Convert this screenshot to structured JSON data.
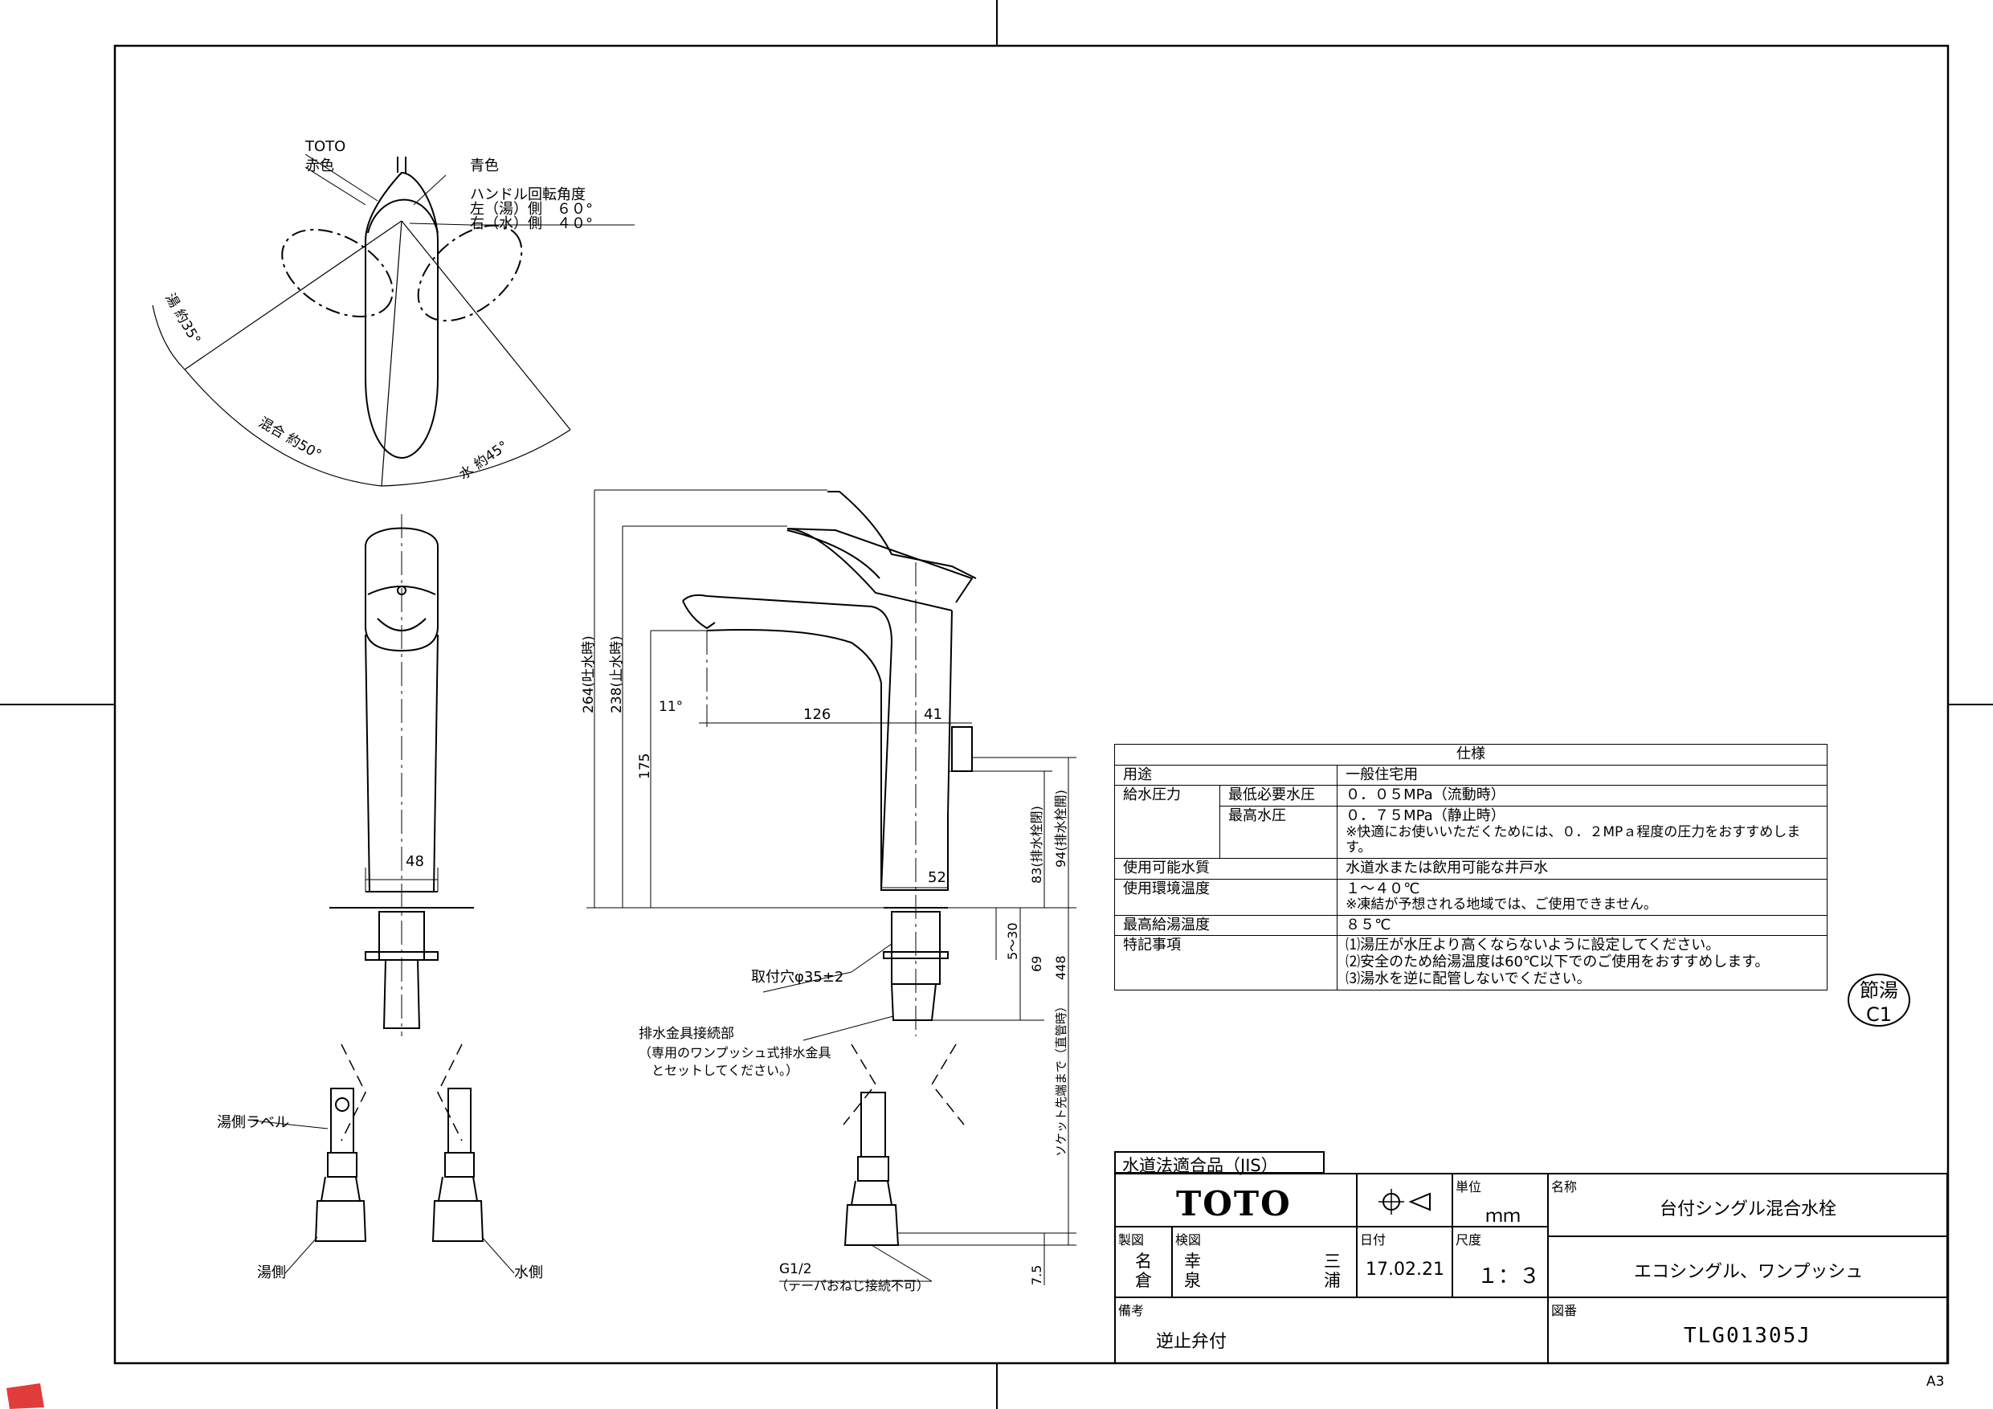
{
  "drawing": {
    "labels": {
      "toto_mark": "TOTO",
      "red": "赤色",
      "blue": "青色",
      "handle_angle_title": "ハンドル回転角度",
      "handle_angle_left": "左（湯）側　６０°",
      "handle_angle_right": "右（水）側　４０°",
      "hot_angle": "湯 約35°",
      "mix_angle": "混合 約50°",
      "cold_angle": "水 約45°",
      "dim_264": "264(吐水時)",
      "dim_238": "238(止水時)",
      "dim_175": "175",
      "dim_11deg": "11°",
      "dim_126": "126",
      "dim_41": "41",
      "dim_48": "48",
      "dim_52": "52",
      "dim_83": "83(排水栓閉)",
      "dim_94": "94(排水栓開)",
      "dim_5_30": "5〜30",
      "dim_69": "69",
      "dim_448": "448",
      "socket": "ソケット先端まで（直管時）",
      "mount_hole": "取付穴φ35±2",
      "drain_title": "排水金具接続部",
      "drain_note1": "（専用のワンプッシュ式排水金具",
      "drain_note2": "　とセットしてください。）",
      "hot_label": "湯側ラベル",
      "hot_side": "湯側",
      "cold_side": "水側",
      "g12": "G1/2",
      "g12_note": "（テーパおねじ接続不可）",
      "dim_7_5": "7.5"
    }
  },
  "spec": {
    "title": "仕様",
    "rows": {
      "use_label": "用途",
      "use_value": "一般住宅用",
      "pressure_label": "給水圧力",
      "min_label": "最低必要水圧",
      "min_value": "０．０５MPa（流動時）",
      "max_label": "最高水圧",
      "max_value": "０．７５MPa（静止時）",
      "max_note": "※快適にお使いいただくためには、０．２MPａ程度の圧力をおすすめします。",
      "water_label": "使用可能水質",
      "water_value": "水道水または飲用可能な井戸水",
      "env_label": "使用環境温度",
      "env_value": "１〜４０℃",
      "env_note": "※凍結が予想される地域では、ご使用できません。",
      "hot_label": "最高給湯温度",
      "hot_value": "８５℃",
      "special_label": "特記事項",
      "special_1": "⑴湯圧が水圧より高くならないように設定してください。",
      "special_2": "⑵安全のため給湯温度は60℃以下でのご使用をおすすめします。",
      "special_3": "⑶湯水を逆に配管しないでください。"
    }
  },
  "stamp": {
    "line1": "節湯",
    "line2": "C1"
  },
  "titleblock": {
    "jis": "水道法適合品（JIS）",
    "logo": "TOTO",
    "unit_label": "単位",
    "unit_value": "ｍｍ",
    "name_label": "名称",
    "name_value": "台付シングル混合水栓",
    "drawn_label": "製図",
    "drawn_value": "名倉",
    "checked_label": "検図",
    "checked_value": "幸泉",
    "approved_value": "三浦",
    "date_label": "日付",
    "date_value": "17.02.21",
    "scale_label": "尺度",
    "scale_value": "１：３",
    "sub_name": "エコシングル、ワンプッシュ",
    "remarks_label": "備考",
    "remarks_value": "逆止弁付",
    "drawing_no_label": "図番",
    "drawing_no_value": "TLG01305J"
  },
  "sheet_size": "A3"
}
